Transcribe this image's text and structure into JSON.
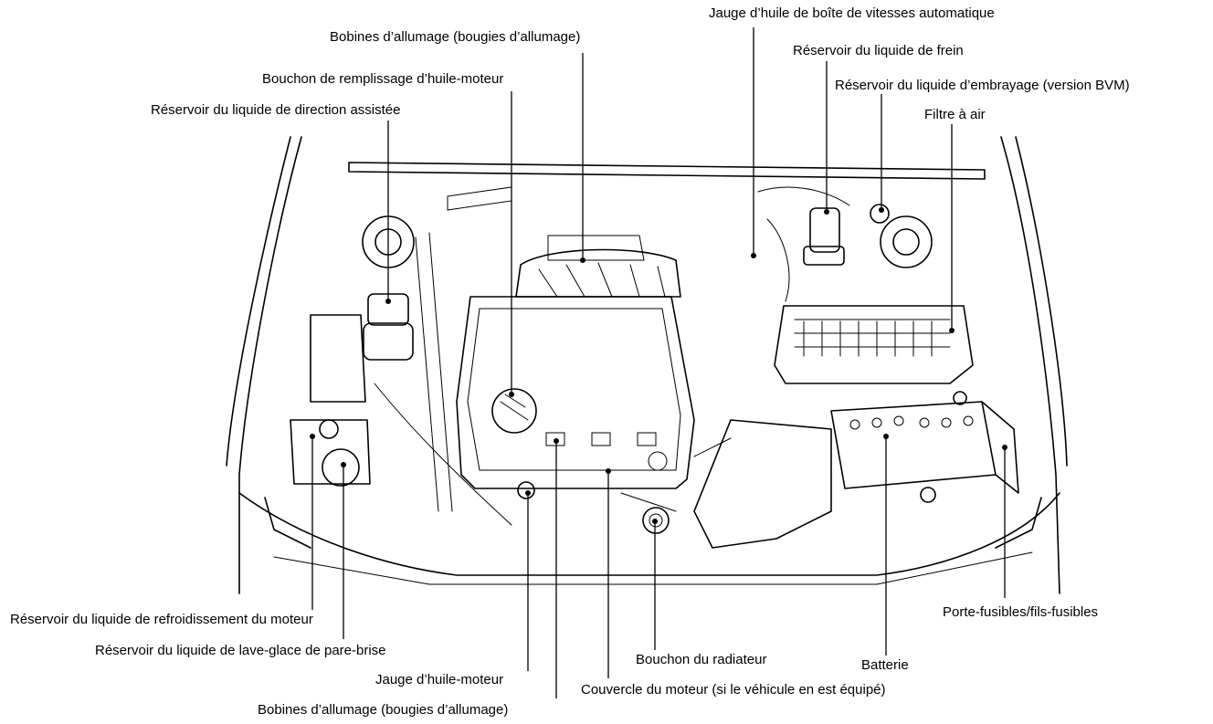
{
  "labels": {
    "atf_dipstick": "Jauge d’huile de boîte de vitesses automatique",
    "ignition_coils_top": "Bobines d’allumage (bougies d’allumage)",
    "brake_fluid_reservoir": "Réservoir du liquide de frein",
    "oil_filler_cap": "Bouchon de remplissage d’huile-moteur",
    "clutch_fluid_reservoir": "Réservoir du liquide d’embrayage (version BVM)",
    "power_steering_reservoir": "Réservoir du liquide de direction assistée",
    "air_filter": "Filtre à air",
    "coolant_reservoir": "Réservoir du liquide de refroidissement du moteur",
    "washer_reservoir": "Réservoir du liquide de lave-glace de pare-brise",
    "oil_dipstick": "Jauge d’huile-moteur",
    "ignition_coils_bottom": "Bobines d’allumage (bougies d’allumage)",
    "radiator_cap": "Bouchon du radiateur",
    "engine_cover": "Couvercle du moteur (si le véhicule en est équipé)",
    "battery": "Batterie",
    "fuse_box": "Porte-fusibles/fils-fusibles"
  }
}
